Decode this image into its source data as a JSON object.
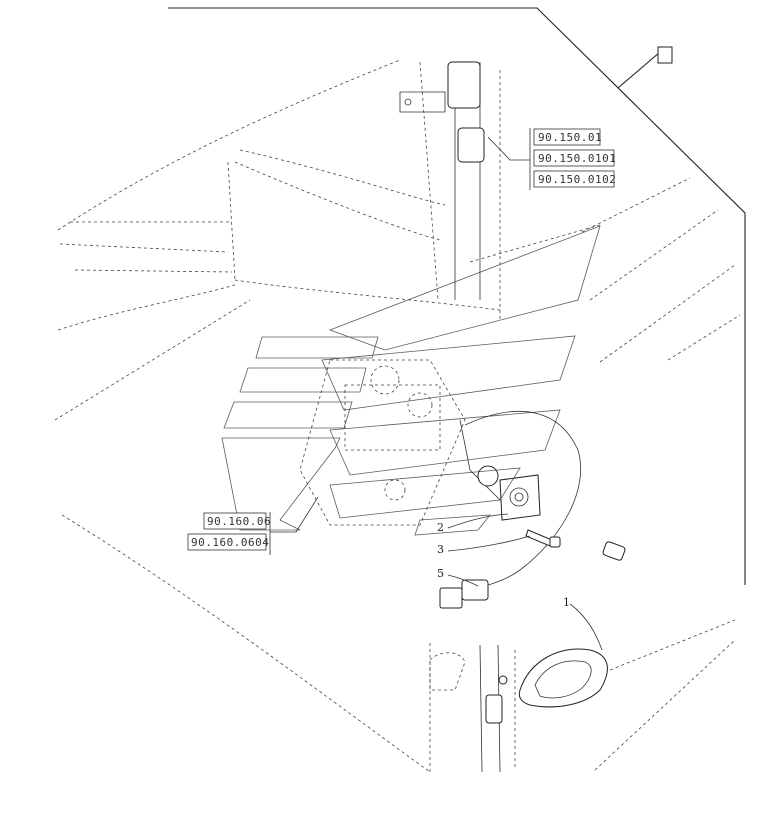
{
  "callouts": {
    "top_box": "",
    "cab_refs": [
      "90.150.01",
      "90.150.0101",
      "90.150.0102"
    ],
    "left_refs": [
      "90.160.06",
      "90.160.0604"
    ]
  },
  "item_numbers": {
    "item_1": "1",
    "item_2": "2",
    "item_3": "3",
    "item_5": "5"
  }
}
